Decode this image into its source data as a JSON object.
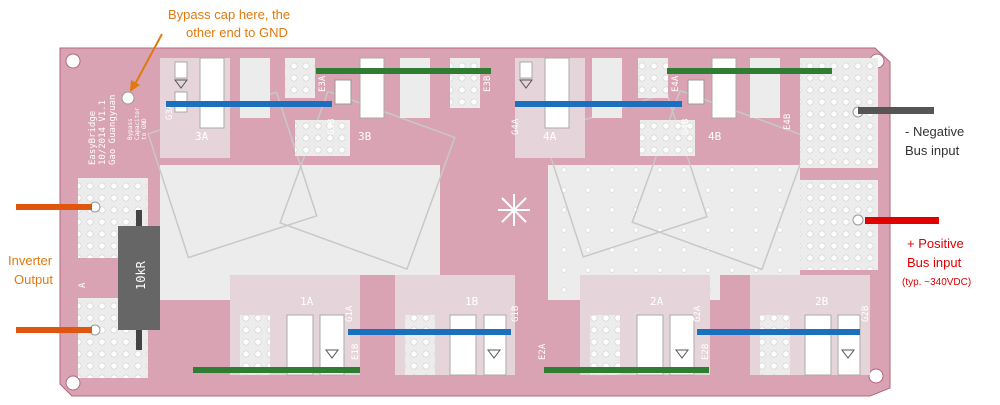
{
  "annotations": {
    "bypass_cap_line1": "Bypass cap here, the",
    "bypass_cap_line2": "other end to GND",
    "neg_bus_line1": "- Negative",
    "neg_bus_line2": "Bus input",
    "pos_bus_line1": "+ Positive",
    "pos_bus_line2": "Bus input",
    "pos_bus_line3": "(typ. ~340VDC)",
    "inverter_line1": "Inverter",
    "inverter_line2": "Output"
  },
  "board": {
    "silk_line1": "EasyBridge",
    "silk_line2": "10/2014 V1.1",
    "silk_line3": "Gao Guangyuan",
    "bypass_label1": "Bypass",
    "bypass_label2": "Capacitor",
    "bypass_label3": "to GND",
    "resistor_label": "10kR",
    "output_label": "A",
    "labels": {
      "g3a": "G3A",
      "3a": "3A",
      "e3a": "E3A",
      "g3b": "G3B",
      "3b": "3B",
      "e3b": "E3B",
      "g4a": "G4A",
      "4a": "4A",
      "e4a": "E4A",
      "g4b": "G4B",
      "4b": "4B",
      "e4b": "E4B",
      "1a": "1A",
      "g1a": "G1A",
      "e1b": "E1B",
      "1b": "1B",
      "g1b": "G1B",
      "2a": "2A",
      "g2a": "G2A",
      "e2a": "E2A",
      "e2b": "E2B",
      "2b": "2B",
      "g2b": "G2B"
    }
  },
  "colors": {
    "board": "#d9a3b3",
    "pad": "#ececec",
    "blue_wire": "#1a6fbf",
    "green_wire": "#2e7d32",
    "orange_wire": "#e0560e",
    "red_wire": "#e00000",
    "gray_wire": "#555555",
    "resistor": "#666666"
  }
}
